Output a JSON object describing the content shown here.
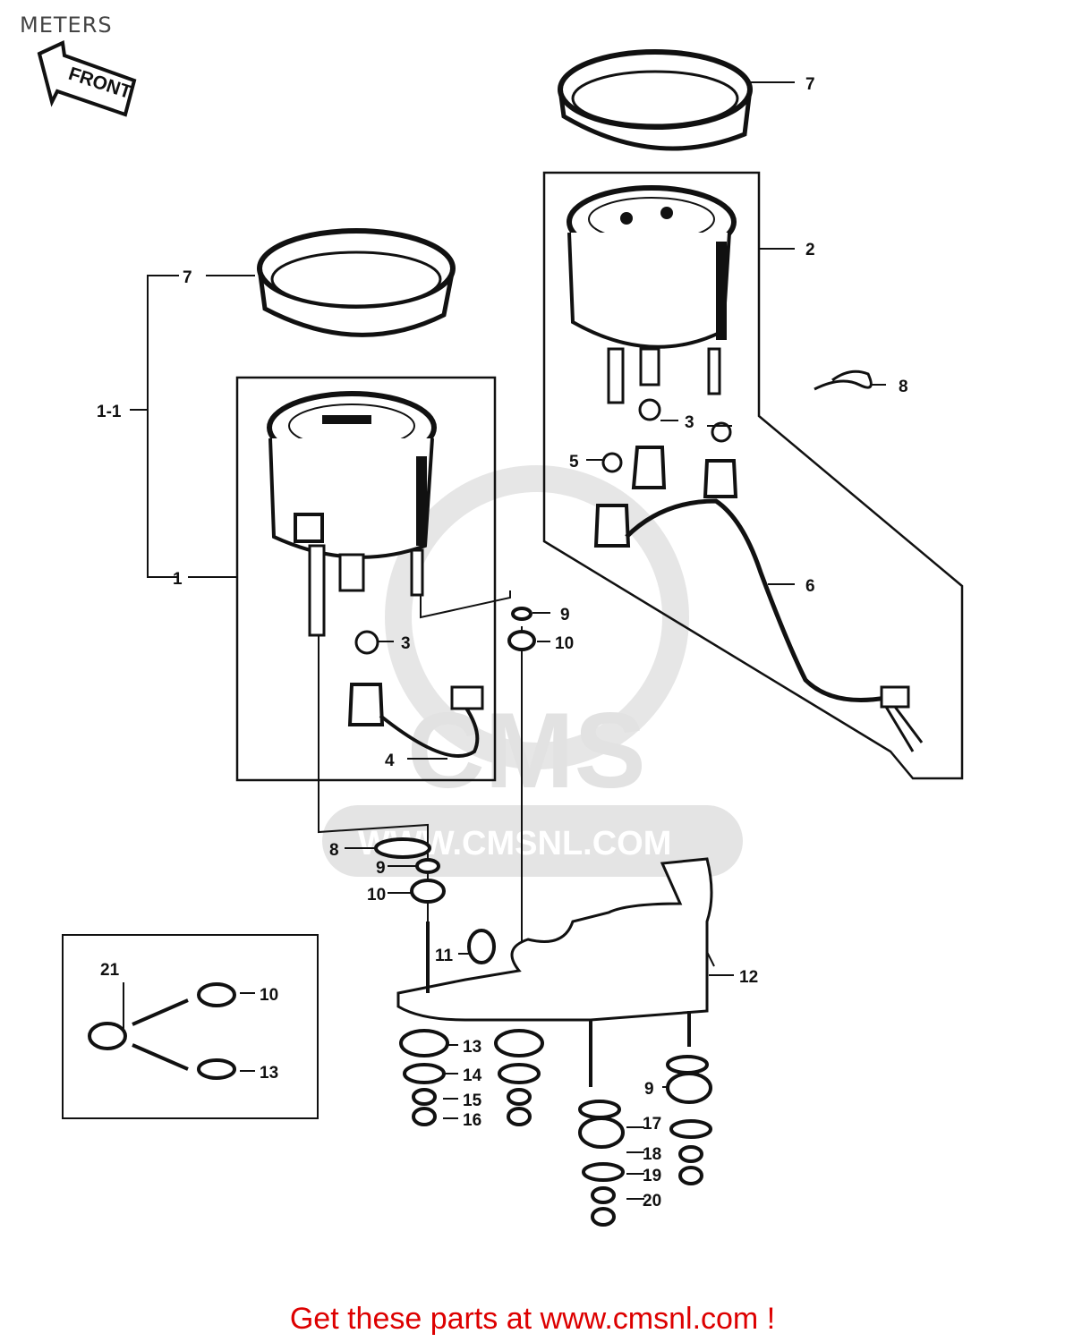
{
  "page": {
    "title": "METERS"
  },
  "orientation": {
    "label": "FRONT"
  },
  "watermark": {
    "brand": "CMS",
    "url": "WWW.CMSNL.COM"
  },
  "callouts": {
    "c7a": "7",
    "c2": "2",
    "c8a": "8",
    "c3a": "3",
    "c5": "5",
    "c6": "6",
    "c7b": "7",
    "c1_1": "1-1",
    "c1": "1",
    "c9a": "9",
    "c10a": "10",
    "c3b": "3",
    "c4": "4",
    "c8b": "8",
    "c9b": "9",
    "c10b": "10",
    "c11": "11",
    "c12": "12",
    "c21": "21",
    "c10c": "10",
    "c13a": "13",
    "c13b": "13",
    "c14": "14",
    "c15": "15",
    "c16": "16",
    "c9c": "9",
    "c17": "17",
    "c18": "18",
    "c19": "19",
    "c20": "20"
  },
  "footer": {
    "link_text": "Get these parts at www.cmsnl.com !"
  }
}
